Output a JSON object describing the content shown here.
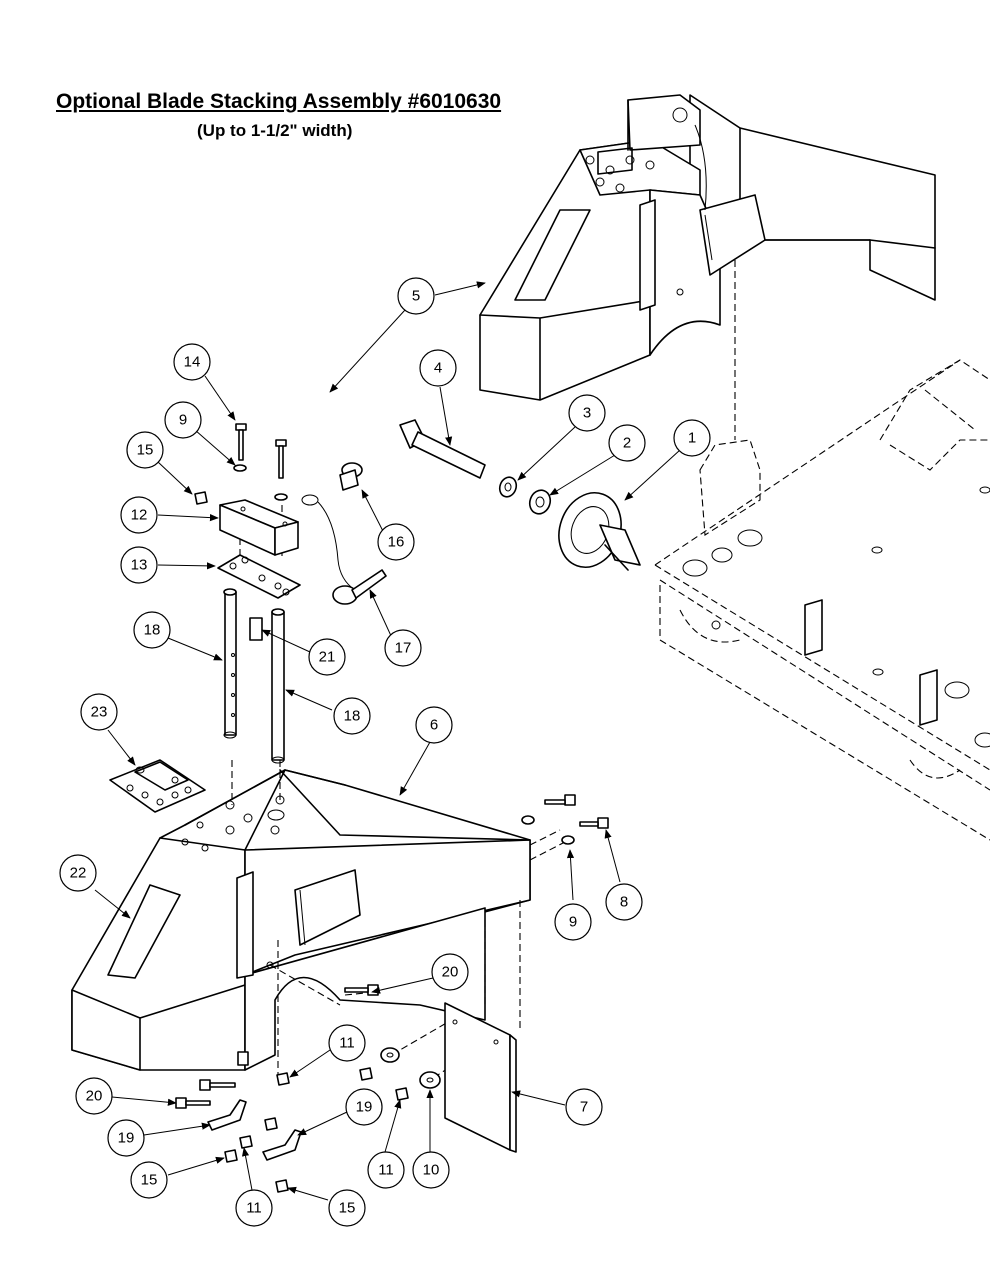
{
  "title": "Optional Blade Stacking Assembly #6010630",
  "subtitle": "(Up to 1-1/2\" width)",
  "callouts": [
    "14",
    "9",
    "15",
    "12",
    "13",
    "18",
    "21",
    "16",
    "17",
    "23",
    "18",
    "4",
    "3",
    "2",
    "1",
    "5",
    "6",
    "22",
    "9",
    "8",
    "20",
    "11",
    "19",
    "20",
    "19",
    "15",
    "11",
    "15",
    "11",
    "10",
    "7"
  ]
}
